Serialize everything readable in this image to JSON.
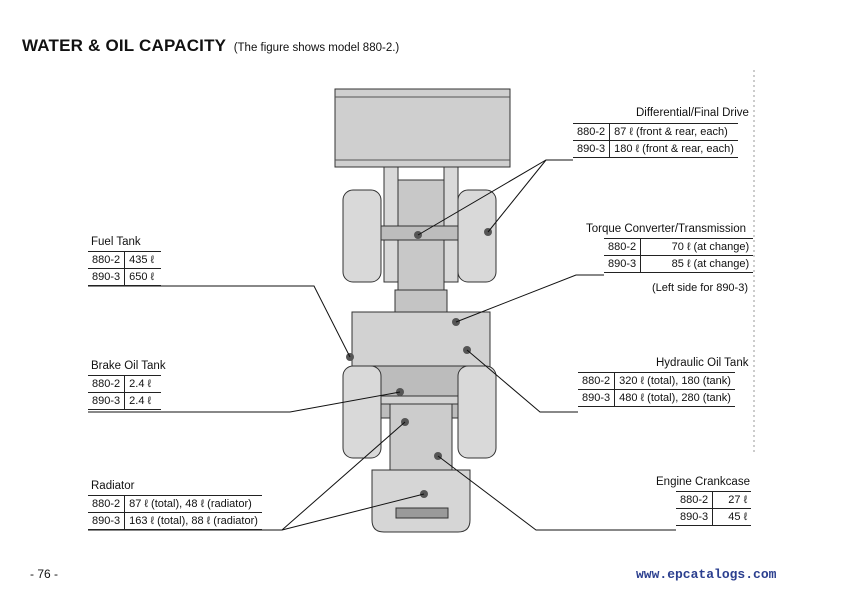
{
  "title": {
    "main": "WATER & OIL CAPACITY",
    "sub": "(The figure shows model 880-2.)"
  },
  "differential": {
    "label": "Differential/Final Drive",
    "rows": [
      {
        "model": "880-2",
        "value": "87 ℓ (front & rear, each)"
      },
      {
        "model": "890-3",
        "value": "180 ℓ (front & rear, each)"
      }
    ]
  },
  "torque": {
    "label": "Torque Converter/Transmission",
    "rows": [
      {
        "model": "880-2",
        "value": "70 ℓ (at change)"
      },
      {
        "model": "890-3",
        "value": "85 ℓ (at change)"
      }
    ],
    "note": "(Left side for 890-3)"
  },
  "fuel": {
    "label": "Fuel Tank",
    "rows": [
      {
        "model": "880-2",
        "value": "435 ℓ"
      },
      {
        "model": "890-3",
        "value": "650 ℓ"
      }
    ]
  },
  "brake": {
    "label": "Brake Oil Tank",
    "rows": [
      {
        "model": "880-2",
        "value": "2.4 ℓ"
      },
      {
        "model": "890-3",
        "value": "2.4 ℓ"
      }
    ]
  },
  "hydraulic": {
    "label": "Hydraulic Oil Tank",
    "rows": [
      {
        "model": "880-2",
        "value": "320 ℓ (total), 180 (tank)"
      },
      {
        "model": "890-3",
        "value": "480 ℓ (total), 280 (tank)"
      }
    ]
  },
  "radiator": {
    "label": "Radiator",
    "rows": [
      {
        "model": "880-2",
        "value": "87 ℓ (total), 48 ℓ (radiator)"
      },
      {
        "model": "890-3",
        "value": "163 ℓ (total), 88 ℓ (radiator)"
      }
    ]
  },
  "engine": {
    "label": "Engine Crankcase",
    "rows": [
      {
        "model": "880-2",
        "value": "27 ℓ"
      },
      {
        "model": "890-3",
        "value": "45 ℓ"
      }
    ]
  },
  "page_number": "- 76 -",
  "watermark": "www.epcatalogs.com",
  "colors": {
    "ink": "#111111",
    "drawing_fill": "#d9d9d9",
    "drawing_dark": "#9a9a9a",
    "watermark": "#2b3f8f"
  }
}
